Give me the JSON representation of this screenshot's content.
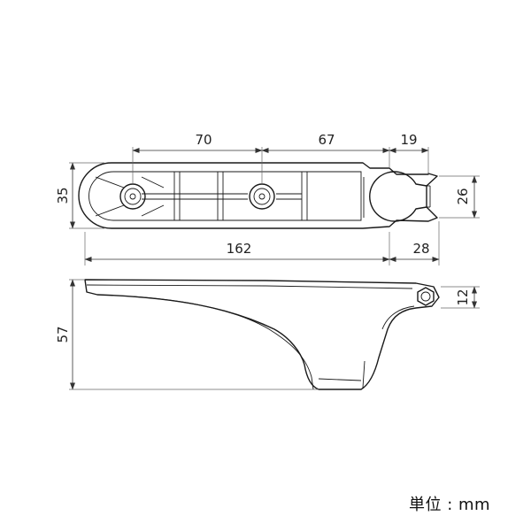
{
  "drawing": {
    "top_view": {
      "dim_70": "70",
      "dim_67": "67",
      "dim_19": "19",
      "dim_35": "35",
      "dim_26": "26",
      "dim_162": "162",
      "dim_28": "28"
    },
    "side_view": {
      "dim_57": "57",
      "dim_12": "12"
    },
    "unit_label": "単位 : mm"
  }
}
